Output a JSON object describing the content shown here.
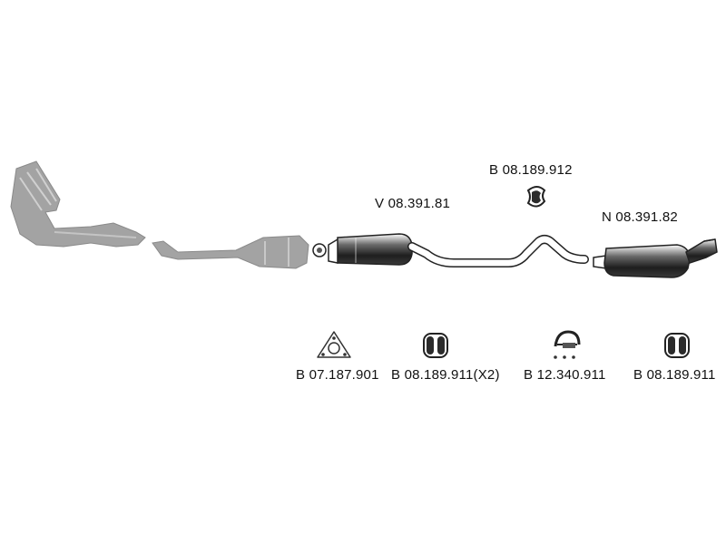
{
  "parts": {
    "front_muffler": {
      "code": "V 08.391.81"
    },
    "rear_muffler": {
      "code": "N 08.391.82"
    },
    "hanger_top": {
      "code": "B 08.189.912"
    },
    "gasket": {
      "code": "B 07.187.901"
    },
    "hanger_pair": {
      "code": "B 08.189.911(X2)"
    },
    "clamp": {
      "code": "B 12.340.911"
    },
    "hanger_single": {
      "code": "B 08.189.911"
    }
  },
  "colors": {
    "oem_parts_gray": "#a0a0a0",
    "muffler_dark": "#2b2b2b",
    "line": "#222222",
    "background": "#ffffff"
  }
}
